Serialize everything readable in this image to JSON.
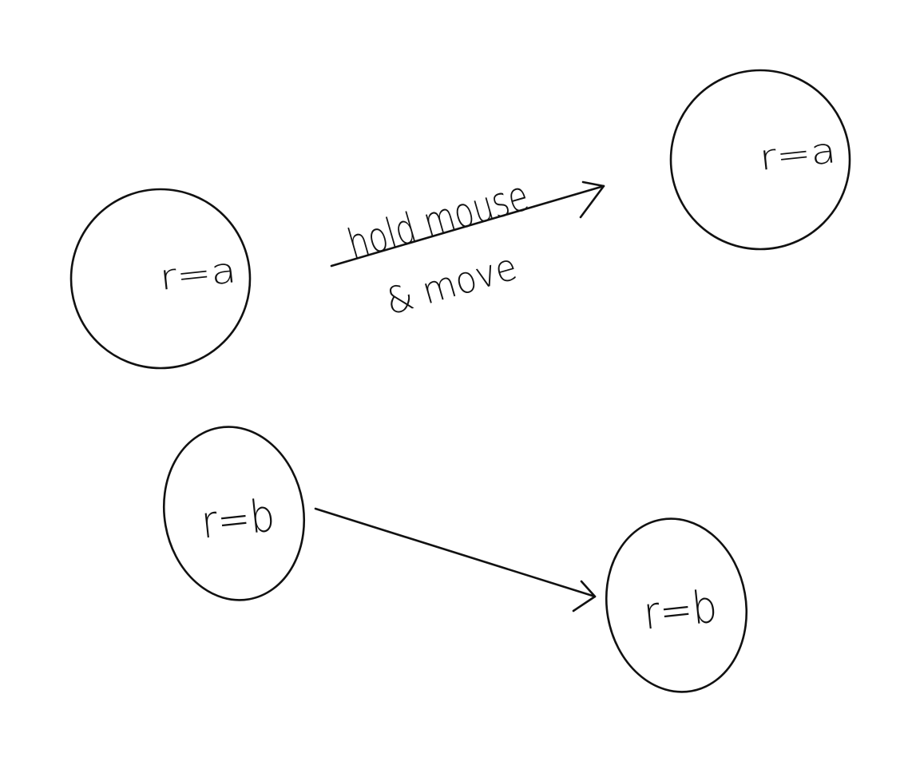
{
  "diagram": {
    "stroke_color": "#111111",
    "background": "#ffffff",
    "circle_before_a": {
      "label": "r=a"
    },
    "circle_after_a": {
      "label": "r=a"
    },
    "drag_arrow": {
      "label_above": "hold mouse",
      "label_below": "& move"
    },
    "circle_before_b": {
      "label": "r=b"
    },
    "circle_after_b": {
      "label": "r=b"
    },
    "move_arrow": {}
  }
}
